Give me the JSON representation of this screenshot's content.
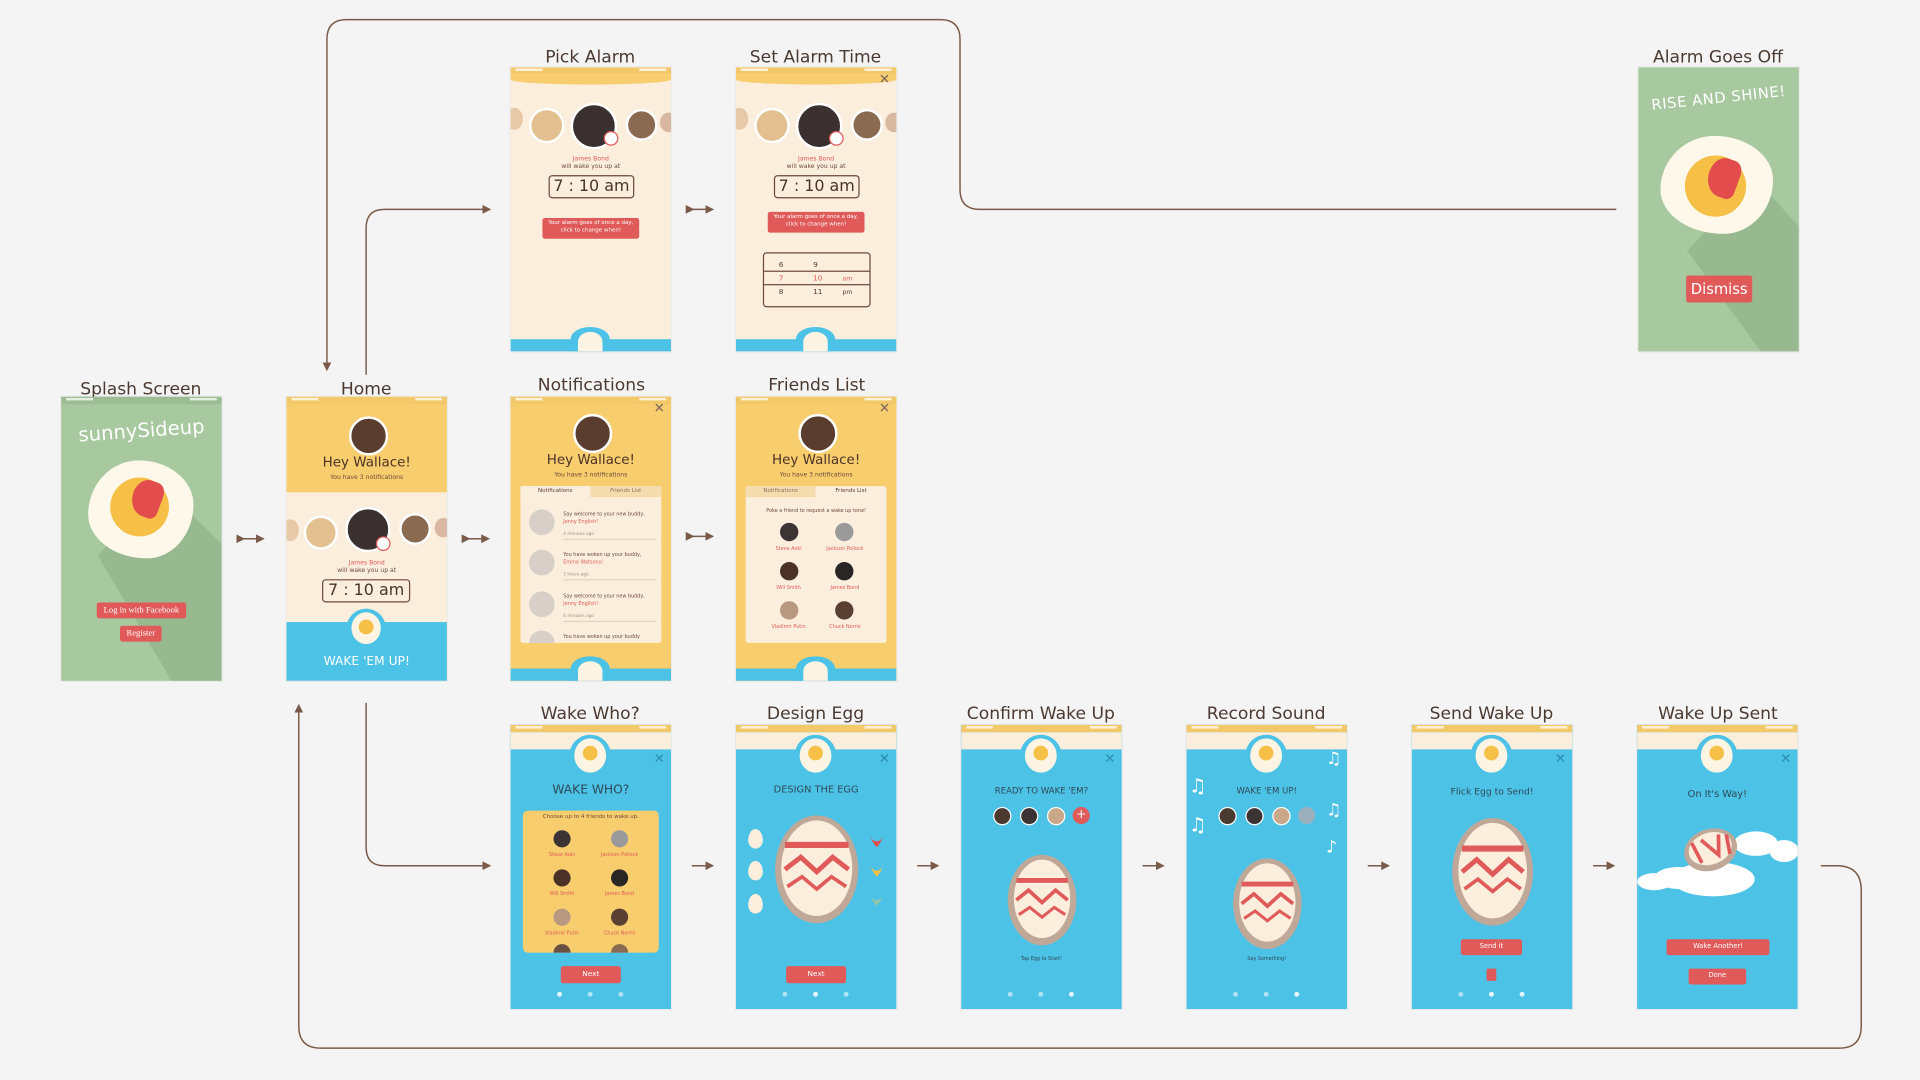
{
  "screens": {
    "pick_alarm": {
      "title": "Pick Alarm",
      "caption_name": "James Bond",
      "caption_sub": "will wake you up at",
      "time": "7 : 10 am",
      "note": "Your alarm goes of once a day, click to change when!"
    },
    "set_alarm": {
      "title": "Set Alarm Time",
      "caption_name": "James Bond",
      "caption_sub": "will wake you up at",
      "time": "7 : 10 am",
      "note": "Your alarm goes of once a day, click to change when!",
      "picker_rows": [
        [
          "6",
          "9",
          ""
        ],
        [
          "7",
          "10",
          "am"
        ],
        [
          "8",
          "11",
          "pm"
        ]
      ]
    },
    "alarm_off": {
      "title": "Alarm Goes Off",
      "headline": "RISE AND SHINE!",
      "dismiss": "Dismiss"
    },
    "splash": {
      "title": "Splash Screen",
      "logo": "sunnySideup",
      "login": "Log in with Facebook",
      "register": "Register"
    },
    "home": {
      "title": "Home",
      "greeting": "Hey Wallace!",
      "sub": "You have 3 notifications",
      "caption_name": "James Bond",
      "caption_sub": "will wake you up at",
      "time": "7 : 10 am",
      "cta": "WAKE 'EM UP!"
    },
    "notifications": {
      "title": "Notifications",
      "greeting": "Hey Wallace!",
      "sub": "You have 3 notifications",
      "tab1": "Notifications",
      "tab2": "Friends List",
      "items": [
        {
          "text": "Say welcome to your new buddy,",
          "name": "Jenny English!",
          "time": "4 minutes ago"
        },
        {
          "text": "You have woken up your buddy,",
          "name": "Emma Watsons!",
          "time": "5 hours ago"
        },
        {
          "text": "Say welcome to your new buddy,",
          "name": "Jenny English!",
          "time": "6 minutes ago"
        },
        {
          "text": "You have woken up your buddy",
          "name": "",
          "time": ""
        }
      ]
    },
    "friends": {
      "title": "Friends List",
      "greeting": "Hey Wallace!",
      "sub": "You have 3 notifications",
      "tab1": "Notifications",
      "tab2": "Friends List",
      "hint": "Poke a friend to request a wake up tone!",
      "people": [
        "Steve Aoki",
        "Jackson Pollock",
        "Will Smith",
        "James Bond",
        "Vladimir Putin",
        "Chuck Norris"
      ]
    },
    "wake_who": {
      "title": "Wake Who?",
      "heading": "WAKE WHO?",
      "hint": "Choose up to 4 friends to wake up.",
      "people": [
        "Steve Aoki",
        "Jackson Pollock",
        "Will Smith",
        "James Bond",
        "Vladimir Putin",
        "Chuck Norris"
      ],
      "next": "Next"
    },
    "design_egg": {
      "title": "Design Egg",
      "heading": "DESIGN THE EGG",
      "next": "Next"
    },
    "confirm": {
      "title": "Confirm Wake Up",
      "heading": "READY TO WAKE 'EM?",
      "plus": "+",
      "hint": "Tap Egg to Start!"
    },
    "record": {
      "title": "Record Sound",
      "heading": "WAKE 'EM UP!",
      "hint": "Say Something!"
    },
    "send": {
      "title": "Send Wake Up",
      "heading": "Flick Egg to Send!",
      "button": "Send it"
    },
    "sent": {
      "title": "Wake Up Sent",
      "heading": "On It's Way!",
      "again": "Wake Another!",
      "done": "Done"
    }
  },
  "colors": {
    "green": "#a8c8a0",
    "cream": "#fbeedd",
    "yellow": "#f8cd6e",
    "blue": "#4cc2e6",
    "red": "#e15a5a",
    "line": "#7a5a48"
  }
}
